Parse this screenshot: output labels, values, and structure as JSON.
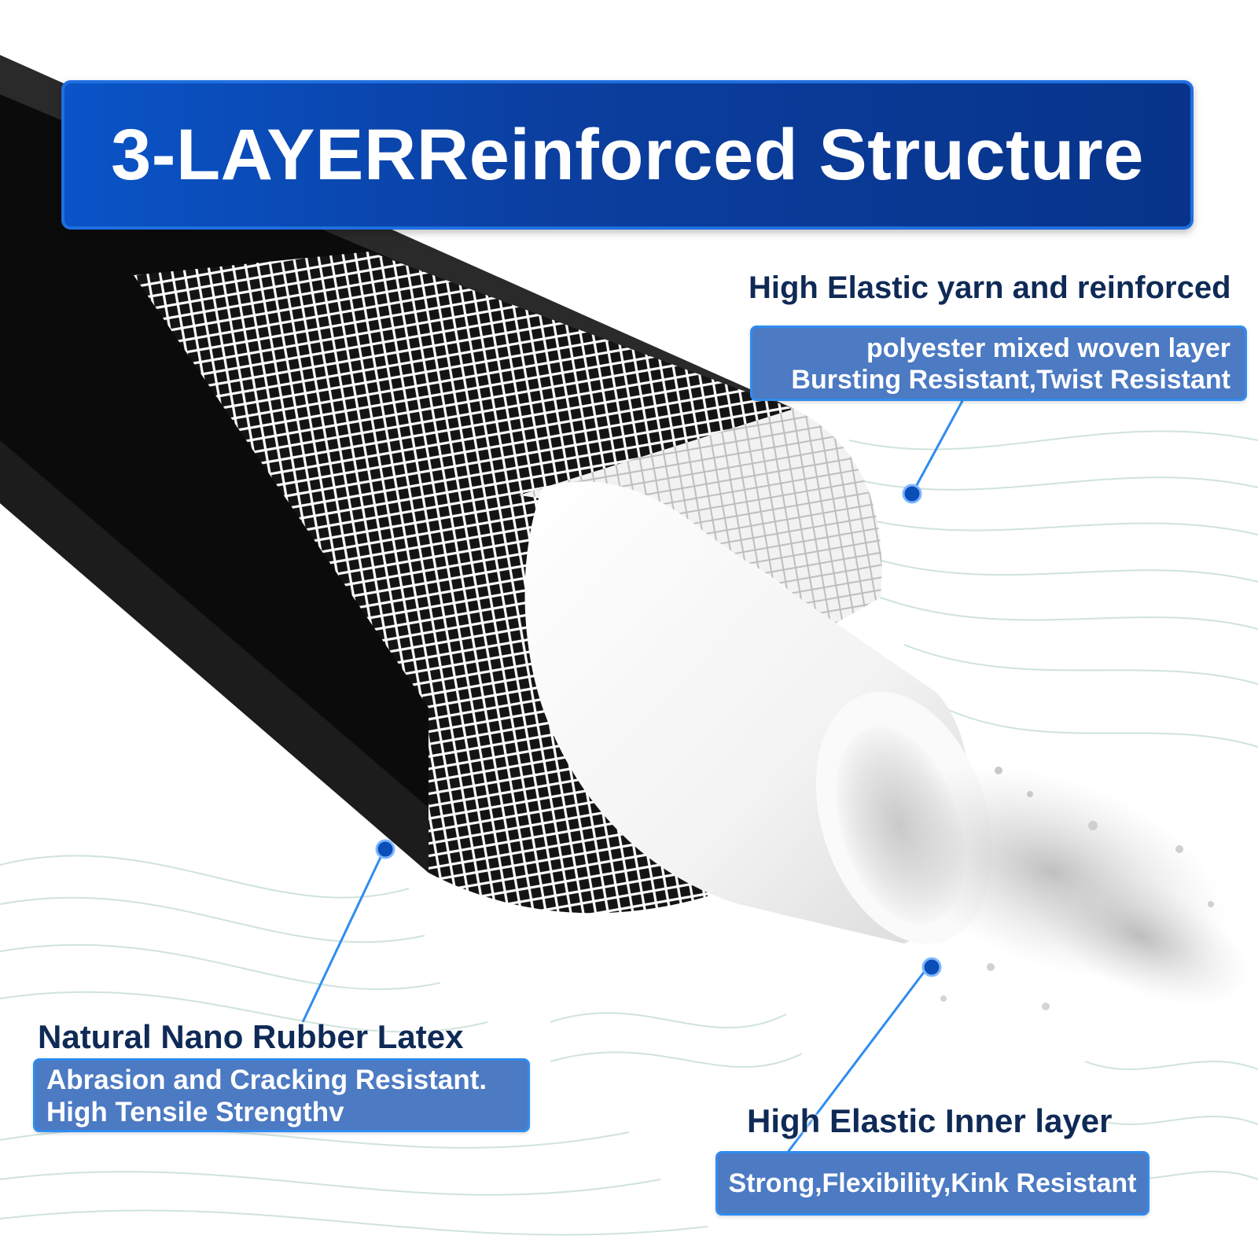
{
  "title": "3-LAYERReinforced Structure",
  "callouts": {
    "outer_layer": {
      "heading": "Natural Nano Rubber Latex",
      "lines": [
        "Abrasion and Cracking Resistant.",
        "High Tensile Strengthv"
      ]
    },
    "middle_layer": {
      "heading": "High Elastic yarn and reinforced",
      "lines": [
        "polyester mixed woven layer",
        "Bursting Resistant,Twist Resistant"
      ]
    },
    "inner_layer": {
      "heading": "High Elastic Inner layer",
      "lines": [
        "Strong,Flexibility,Kink Resistant"
      ]
    }
  },
  "colors": {
    "banner_dark": "#07348a",
    "banner_light": "#0a54c8",
    "heading_text": "#0f2a56",
    "box_fill": "#4c7ac3",
    "box_border": "#2f8cf0",
    "leader_line": "#2f8cf0",
    "marker_dot": "#0a4fb8",
    "hose_outer": "#0b0b0b",
    "hose_inner": "#f4f4f4"
  }
}
